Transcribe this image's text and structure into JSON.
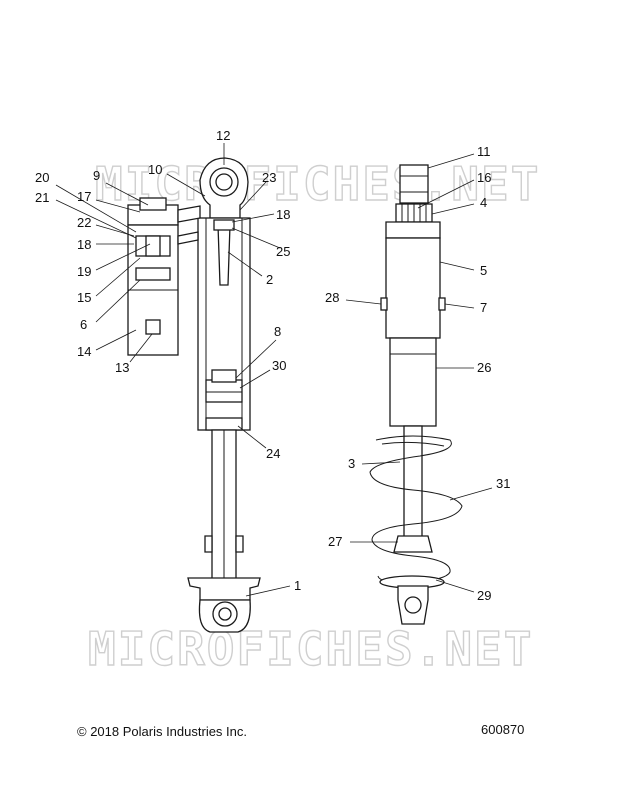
{
  "watermark": "MICROFICHES.NET",
  "copyright": "© 2018 Polaris Industries Inc.",
  "figure_number": "600870",
  "callouts": [
    {
      "id": "12",
      "label": "12"
    },
    {
      "id": "10",
      "label": "10"
    },
    {
      "id": "23",
      "label": "23"
    },
    {
      "id": "20",
      "label": "20"
    },
    {
      "id": "21",
      "label": "21"
    },
    {
      "id": "9",
      "label": "9"
    },
    {
      "id": "17",
      "label": "17"
    },
    {
      "id": "22",
      "label": "22"
    },
    {
      "id": "18a",
      "label": "18"
    },
    {
      "id": "18b",
      "label": "18"
    },
    {
      "id": "19",
      "label": "19"
    },
    {
      "id": "15",
      "label": "15"
    },
    {
      "id": "6",
      "label": "6"
    },
    {
      "id": "14",
      "label": "14"
    },
    {
      "id": "13",
      "label": "13"
    },
    {
      "id": "25",
      "label": "25"
    },
    {
      "id": "2",
      "label": "2"
    },
    {
      "id": "8",
      "label": "8"
    },
    {
      "id": "30",
      "label": "30"
    },
    {
      "id": "24",
      "label": "24"
    },
    {
      "id": "1",
      "label": "1"
    },
    {
      "id": "11",
      "label": "11"
    },
    {
      "id": "16",
      "label": "16"
    },
    {
      "id": "4",
      "label": "4"
    },
    {
      "id": "5",
      "label": "5"
    },
    {
      "id": "28",
      "label": "28"
    },
    {
      "id": "7",
      "label": "7"
    },
    {
      "id": "26",
      "label": "26"
    },
    {
      "id": "3",
      "label": "3"
    },
    {
      "id": "31",
      "label": "31"
    },
    {
      "id": "27",
      "label": "27"
    },
    {
      "id": "29",
      "label": "29"
    }
  ]
}
